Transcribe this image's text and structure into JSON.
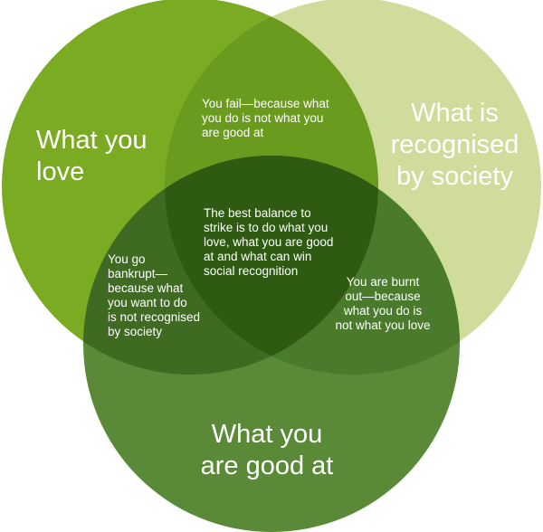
{
  "diagram": {
    "circles": [
      {
        "id": "love",
        "label": "What you\nlove",
        "color": "#7aab22"
      },
      {
        "id": "society",
        "label": "What is\nrecognised\nby society",
        "color": "#cfdc9c"
      },
      {
        "id": "good",
        "label": "What you\nare good at",
        "color": "#5a8a38"
      }
    ],
    "overlap_colors": {
      "love_society": "#6a9a1e",
      "love_good": "#3f6a21",
      "society_good": "#4a7a2c",
      "center": "#2f5a12"
    },
    "intersections": {
      "love_society": "You fail—because what\nyou do is not what you\nare good at",
      "love_good": "You go\nbankrupt—\nbecause what\nyou want to do\nis not recognised\nby society",
      "society_good": "You are burnt\nout—because\nwhat you do is\nnot what you love",
      "center": "The best balance to\nstrike is to do what you\nlove, what you are good\nat and what can win\nsocial recognition"
    }
  }
}
